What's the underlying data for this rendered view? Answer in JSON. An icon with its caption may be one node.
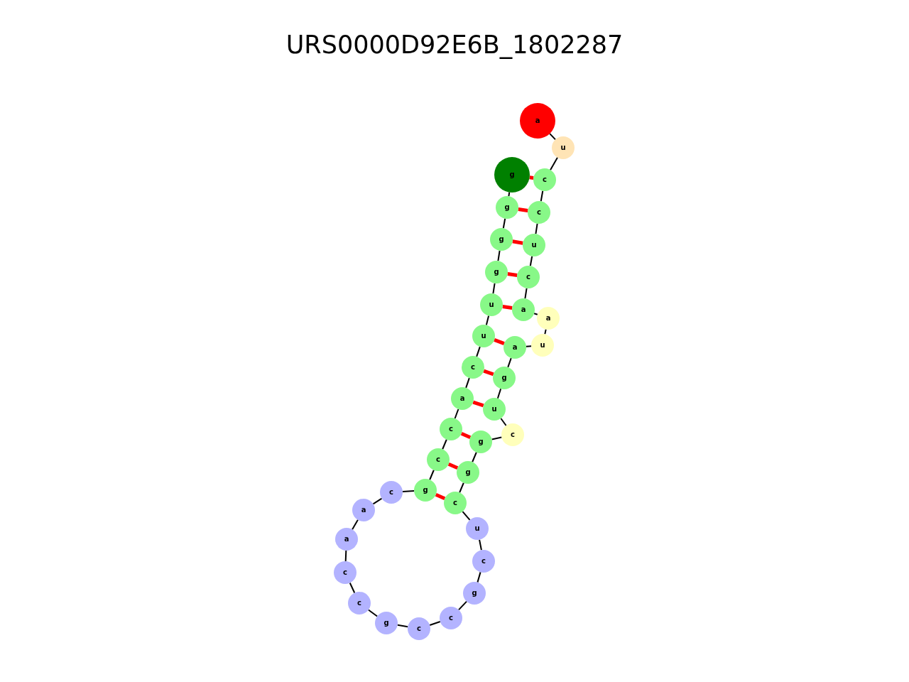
{
  "diagram": {
    "title": "URS0000D92E6B_1802287",
    "nodes": [
      {
        "text": [
          "a"
        ]
      },
      {
        "text": [
          "u"
        ]
      },
      {
        "text": [
          "c"
        ]
      },
      {
        "text": [
          "c"
        ]
      },
      {
        "text": [
          "u"
        ]
      },
      {
        "text": [
          "c"
        ]
      },
      {
        "text": [
          "a"
        ]
      },
      {
        "text": [
          "a"
        ]
      },
      {
        "text": [
          "u"
        ]
      },
      {
        "text": [
          "a"
        ]
      },
      {
        "text": [
          "g"
        ]
      },
      {
        "text": [
          "u"
        ]
      },
      {
        "text": [
          "c"
        ]
      },
      {
        "text": [
          "g"
        ]
      },
      {
        "text": [
          "g"
        ]
      },
      {
        "text": [
          "c"
        ]
      },
      {
        "text": [
          "u"
        ]
      },
      {
        "text": [
          "c"
        ]
      },
      {
        "text": [
          "g"
        ]
      },
      {
        "text": [
          "c"
        ]
      },
      {
        "text": [
          "c"
        ]
      },
      {
        "text": [
          "g"
        ]
      },
      {
        "text": [
          "c"
        ]
      },
      {
        "text": [
          "c"
        ]
      },
      {
        "text": [
          "a"
        ]
      },
      {
        "text": [
          "a"
        ]
      },
      {
        "text": [
          "c"
        ]
      },
      {
        "text": [
          "g"
        ]
      },
      {
        "text": [
          "c"
        ]
      },
      {
        "text": [
          "c"
        ]
      },
      {
        "text": [
          "a"
        ]
      },
      {
        "text": [
          "c"
        ]
      },
      {
        "text": [
          "u"
        ]
      },
      {
        "text": [
          "u"
        ]
      },
      {
        "text": [
          "g"
        ]
      },
      {
        "text": [
          "g"
        ]
      },
      {
        "text": [
          "g"
        ]
      },
      {
        "text": [
          "g"
        ]
      }
    ],
    "edges": [
      {
        "from": 0,
        "to": 1,
        "arrow": "none"
      },
      {
        "from": 1,
        "to": 2,
        "arrow": "none"
      },
      {
        "from": 2,
        "to": 3,
        "arrow": "none"
      },
      {
        "from": 3,
        "to": 4,
        "arrow": "none"
      },
      {
        "from": 4,
        "to": 5,
        "arrow": "none"
      },
      {
        "from": 5,
        "to": 6,
        "arrow": "none"
      },
      {
        "from": 6,
        "to": 7,
        "arrow": "none"
      },
      {
        "from": 7,
        "to": 8,
        "arrow": "none"
      },
      {
        "from": 8,
        "to": 9,
        "arrow": "none"
      },
      {
        "from": 9,
        "to": 10,
        "arrow": "none"
      },
      {
        "from": 10,
        "to": 11,
        "arrow": "none"
      },
      {
        "from": 11,
        "to": 12,
        "arrow": "none"
      },
      {
        "from": 12,
        "to": 13,
        "arrow": "none"
      },
      {
        "from": 13,
        "to": 14,
        "arrow": "none"
      },
      {
        "from": 14,
        "to": 15,
        "arrow": "none"
      },
      {
        "from": 15,
        "to": 16,
        "arrow": "none"
      },
      {
        "from": 16,
        "to": 17,
        "arrow": "none"
      },
      {
        "from": 17,
        "to": 18,
        "arrow": "none"
      },
      {
        "from": 18,
        "to": 19,
        "arrow": "none"
      },
      {
        "from": 19,
        "to": 20,
        "arrow": "none"
      },
      {
        "from": 20,
        "to": 21,
        "arrow": "none"
      },
      {
        "from": 21,
        "to": 22,
        "arrow": "none"
      },
      {
        "from": 22,
        "to": 23,
        "arrow": "none"
      },
      {
        "from": 23,
        "to": 24,
        "arrow": "none"
      },
      {
        "from": 24,
        "to": 25,
        "arrow": "none"
      },
      {
        "from": 25,
        "to": 26,
        "arrow": "none"
      },
      {
        "from": 26,
        "to": 27,
        "arrow": "none"
      },
      {
        "from": 27,
        "to": 28,
        "arrow": "none"
      },
      {
        "from": 28,
        "to": 29,
        "arrow": "none"
      },
      {
        "from": 29,
        "to": 30,
        "arrow": "none"
      },
      {
        "from": 30,
        "to": 31,
        "arrow": "none"
      },
      {
        "from": 31,
        "to": 32,
        "arrow": "none"
      },
      {
        "from": 32,
        "to": 33,
        "arrow": "none"
      },
      {
        "from": 33,
        "to": 34,
        "arrow": "none"
      },
      {
        "from": 34,
        "to": 35,
        "arrow": "none"
      },
      {
        "from": 35,
        "to": 36,
        "arrow": "none"
      },
      {
        "from": 36,
        "to": 37,
        "arrow": "none"
      },
      {
        "from": 2,
        "to": 37,
        "arrow": "none",
        "style": "thick",
        "color": "#ff0000"
      },
      {
        "from": 3,
        "to": 36,
        "arrow": "none",
        "style": "thick",
        "color": "#ff0000"
      },
      {
        "from": 4,
        "to": 35,
        "arrow": "none",
        "style": "thick",
        "color": "#ff0000"
      },
      {
        "from": 5,
        "to": 34,
        "arrow": "none",
        "style": "thick",
        "color": "#ff0000"
      },
      {
        "from": 6,
        "to": 33,
        "arrow": "none",
        "style": "thick",
        "color": "#ff0000"
      },
      {
        "from": 9,
        "to": 32,
        "arrow": "none",
        "style": "thick",
        "color": "#ff0000"
      },
      {
        "from": 10,
        "to": 31,
        "arrow": "none",
        "style": "thick",
        "color": "#ff0000"
      },
      {
        "from": 11,
        "to": 30,
        "arrow": "none",
        "style": "thick",
        "color": "#ff0000"
      },
      {
        "from": 13,
        "to": 29,
        "arrow": "none",
        "style": "thick",
        "color": "#ff0000"
      },
      {
        "from": 14,
        "to": 28,
        "arrow": "none",
        "style": "thick",
        "color": "#ff0000"
      },
      {
        "from": 15,
        "to": 27,
        "arrow": "none",
        "style": "thick",
        "color": "#ff0000"
      }
    ]
  }
}
